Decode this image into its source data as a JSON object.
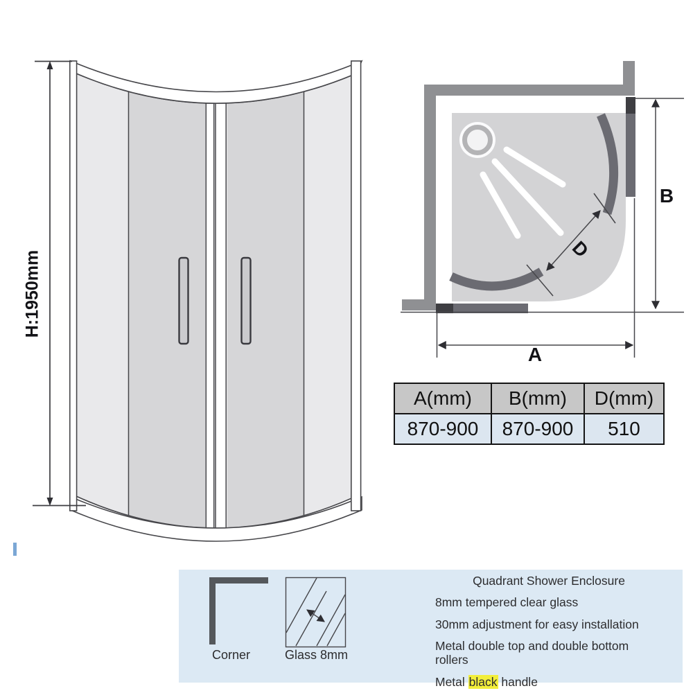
{
  "front_view": {
    "height_label": "H:1950mm"
  },
  "plan_view": {
    "label_a": "A",
    "label_b": "B",
    "label_d": "D"
  },
  "size_table": {
    "headers": [
      "A(mm)",
      "B(mm)",
      "D(mm)"
    ],
    "values": [
      "870-900",
      "870-900",
      "510"
    ]
  },
  "legend": {
    "corner": "Corner",
    "glass": "Glass 8mm"
  },
  "features": {
    "title": "Quadrant Shower Enclosure",
    "line1": "8mm tempered clear glass",
    "line2": "30mm adjustment for easy installation",
    "line3": "Metal double top and double bottom rollers",
    "line4_prefix": "Metal ",
    "line4_highlight": "black",
    "line4_suffix": " handle"
  },
  "colors": {
    "banner_bg": "#dce9f4",
    "highlight_yellow": "#f2ee3a",
    "table_header_bg": "#c7c7c7",
    "table_row_bg": "#dce6f0",
    "wall_gray": "#8f9093",
    "panel_dark_gray": "#6b6b72",
    "tray_gray": "#d3d3d5",
    "glass_light": "#e9e9eb",
    "glass_dark": "#d6d6d8",
    "blue_tick": "#7ba7d5"
  }
}
